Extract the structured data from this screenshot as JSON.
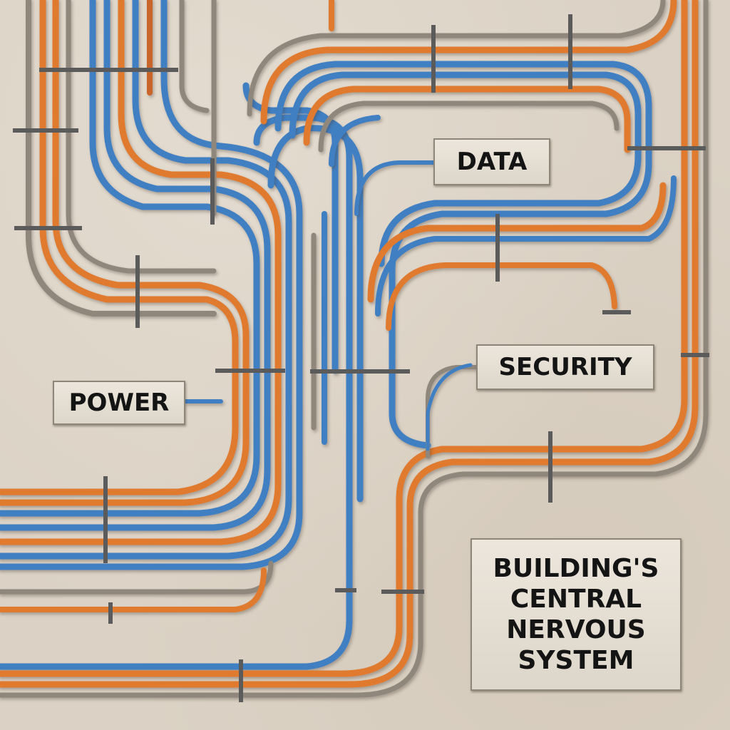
{
  "scene": {
    "description_colors": {
      "wall": "#dbd2c5",
      "orange_cable": "#e07a2e",
      "blue_cable": "#3f7fc2",
      "grey_conduit": "#8f877c",
      "cable_tie": "#5b5b5b"
    }
  },
  "labels": {
    "data": "DATA",
    "power": "POWER",
    "security": "SECURITY",
    "building_lines": [
      "BUILDING'S",
      "CENTRAL",
      "NERVOUS",
      "SYSTEM"
    ]
  }
}
